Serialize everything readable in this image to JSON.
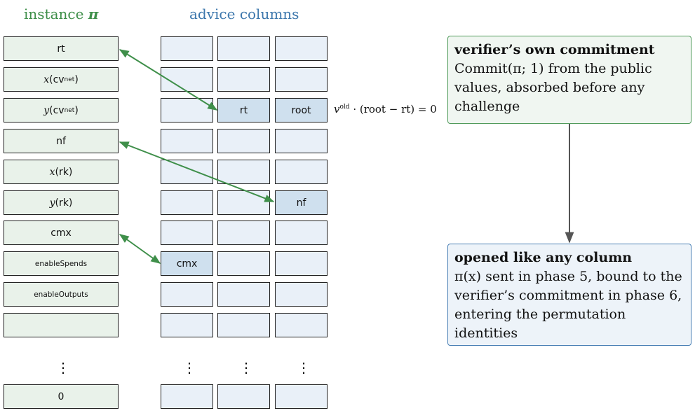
{
  "headers": {
    "instance": "instance",
    "instance_symbol": "π",
    "advice": "advice columns"
  },
  "instance_rows": [
    {
      "id": "rt",
      "label": "rt"
    },
    {
      "id": "xcv",
      "prefix": "x",
      "inner": "cv",
      "sup": "net"
    },
    {
      "id": "ycv",
      "prefix": "y",
      "inner": "cv",
      "sup": "net"
    },
    {
      "id": "nf",
      "label": "nf"
    },
    {
      "id": "xrk",
      "prefix": "x",
      "inner": "rk"
    },
    {
      "id": "yrk",
      "prefix": "y",
      "inner": "rk"
    },
    {
      "id": "cmx",
      "label": "cmx"
    },
    {
      "id": "enableSpends",
      "label": "enableSpends"
    },
    {
      "id": "enableOutputs",
      "label": "enableOutputs"
    },
    {
      "id": "blank",
      "label": ""
    }
  ],
  "instance_last": "0",
  "ellipsis": "⋮",
  "advice_labels": {
    "rt": "rt",
    "root": "root",
    "nf": "nf",
    "cmx": "cmx"
  },
  "equation": {
    "v": "v",
    "v_sup": "old",
    "rest": " · (root − rt) = 0"
  },
  "verifier_box": {
    "title": "verifier’s own commitment",
    "body": "Commit(π; 1) from the public values, absorbed before any challenge"
  },
  "opened_box": {
    "title": "opened like any column",
    "body": "π(x) sent in phase 5, bound to the verifier’s commitment in phase 6, entering the permutation identities"
  },
  "colors": {
    "instance_fill": "#e9f2ea",
    "advice_fill": "#e9f0f8",
    "advice_highlight": "#cfe0ee",
    "green_arrow": "#3f8f4a",
    "gray_arrow": "#555555"
  }
}
